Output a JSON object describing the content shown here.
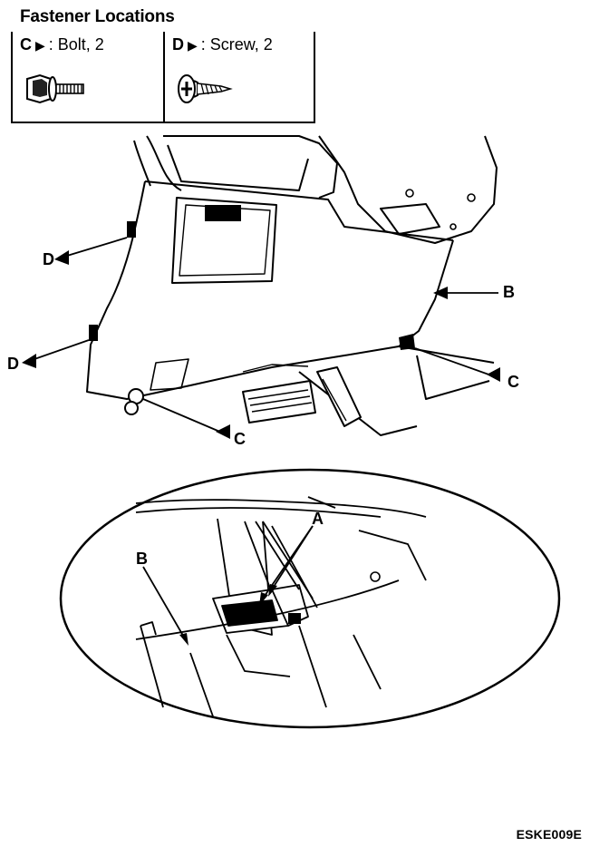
{
  "legend": {
    "title": "Fastener Locations",
    "items": [
      {
        "letter": "C",
        "arrow": "▶",
        "description": ": Bolt, 2",
        "icon": "bolt-icon"
      },
      {
        "letter": "D",
        "arrow": "▶",
        "description": ": Screw, 2",
        "icon": "screw-icon"
      }
    ]
  },
  "callouts": {
    "a_detail": "A",
    "b_main": "B",
    "b_detail": "B",
    "c_right": "C",
    "c_bottom": "C",
    "d_upper": "D",
    "d_lower": "D"
  },
  "figure_code": "ESKE009E"
}
